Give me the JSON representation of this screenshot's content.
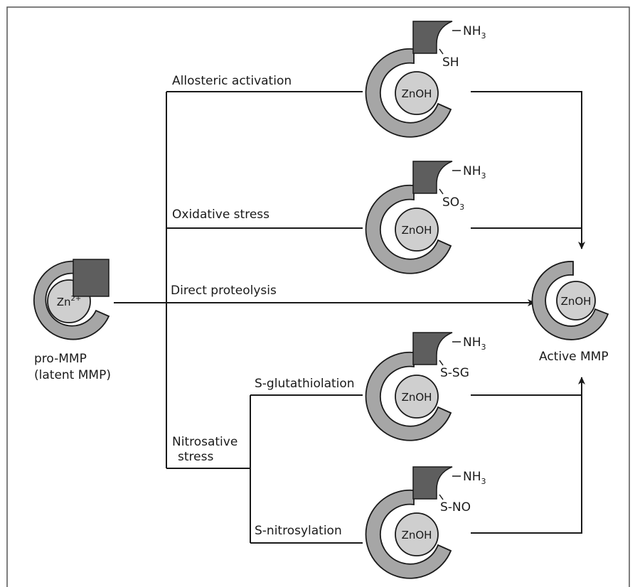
{
  "labels": {
    "allosteric": "Allosteric activation",
    "oxidative": "Oxidative stress",
    "direct": "Direct proteolysis",
    "nitrosative_1": "Nitrosative",
    "nitrosative_2": "stress",
    "glutathiolation": "S-glutathiolation",
    "nitrosylation": "S-nitrosylation",
    "pro_mmp_1": "pro-MMP",
    "pro_mmp_2": "(latent MMP)",
    "active_mmp": "Active MMP"
  },
  "zinc": {
    "pro_base": "Zn",
    "pro_charge": "2+",
    "active": "ZnOH"
  },
  "groups": {
    "amine_base": "NH",
    "amine_sub": "3",
    "thiol": "SH",
    "sulfonate_base": "SO",
    "sulfonate_sub": "3",
    "glutathione": "S-SG",
    "nitroso": "S-NO"
  },
  "colors": {
    "ring": "#a6a6a6",
    "core": "#cfcfcf",
    "propeptide": "#5e5e5e",
    "stroke": "#1a1a1a",
    "frame": "#555555"
  }
}
